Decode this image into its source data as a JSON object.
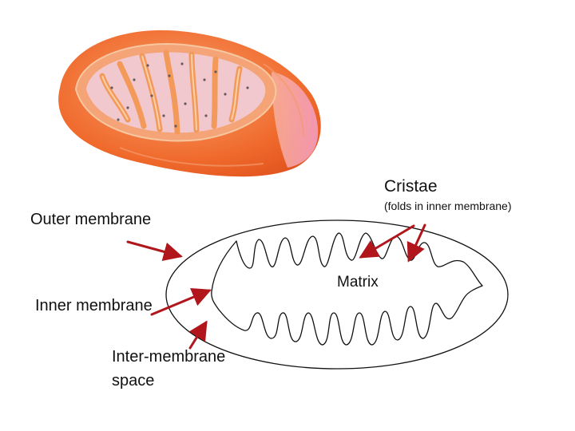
{
  "labels": {
    "cristae": "Cristae",
    "cristae_note": "(folds in inner membrane)",
    "outer_membrane": "Outer membrane",
    "inner_membrane": "Inner membrane",
    "intermembrane_line1": "Inter-membrane",
    "intermembrane_line2": "space",
    "matrix": "Matrix"
  },
  "colors": {
    "arrow": "#b0161c",
    "mito_outer": "#f06a2c",
    "mito_inner": "#f5a477",
    "mito_matrix": "#f2c8cf",
    "cristae_fold": "#f7a86a",
    "outline": "#111111"
  }
}
